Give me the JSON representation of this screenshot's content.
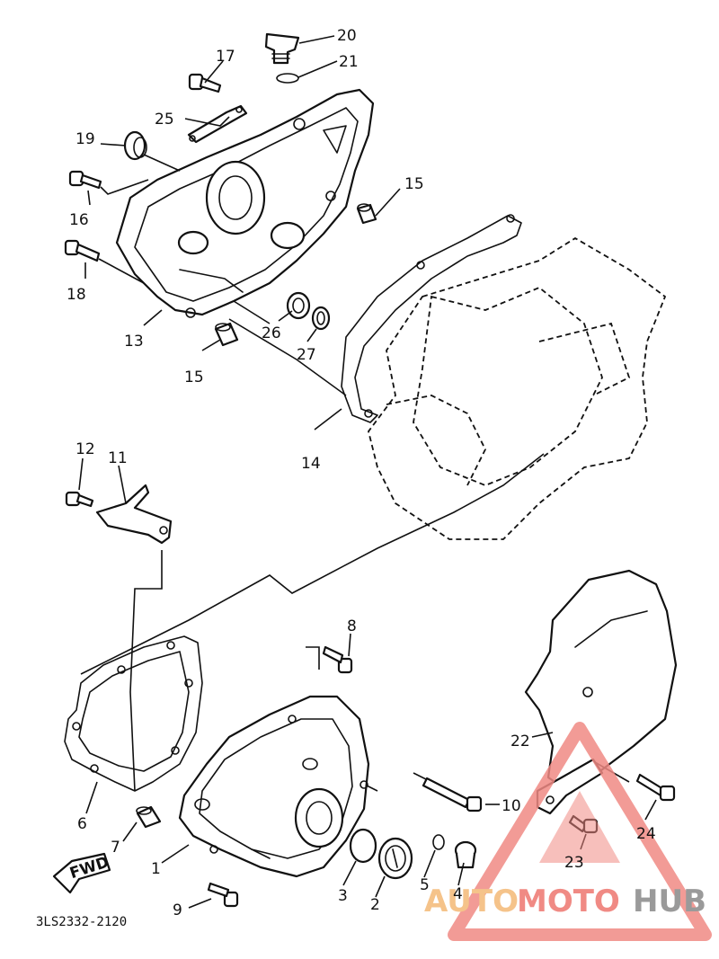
{
  "diagram": {
    "drawing_code": "3LS2332-2120",
    "fwd_label": "FWD",
    "callouts": {
      "c1": "1",
      "c2": "2",
      "c3": "3",
      "c4": "4",
      "c5": "5",
      "c6": "6",
      "c7": "7",
      "c8": "8",
      "c9": "9",
      "c10": "10",
      "c11": "11",
      "c12": "12",
      "c13": "13",
      "c14": "14",
      "c15a": "15",
      "c15b": "15",
      "c16": "16",
      "c17": "17",
      "c18": "18",
      "c19": "19",
      "c20": "20",
      "c21": "21",
      "c22": "22",
      "c23": "23",
      "c24": "24",
      "c25": "25",
      "c26": "26",
      "c27": "27"
    }
  },
  "watermark": {
    "part1": "AUTO",
    "part2": "MOTO",
    "part3": "HUB",
    "color_primary": "#f08a84",
    "color_secondary": "#f5c38a",
    "color_tertiary": "#9a9a9a"
  }
}
